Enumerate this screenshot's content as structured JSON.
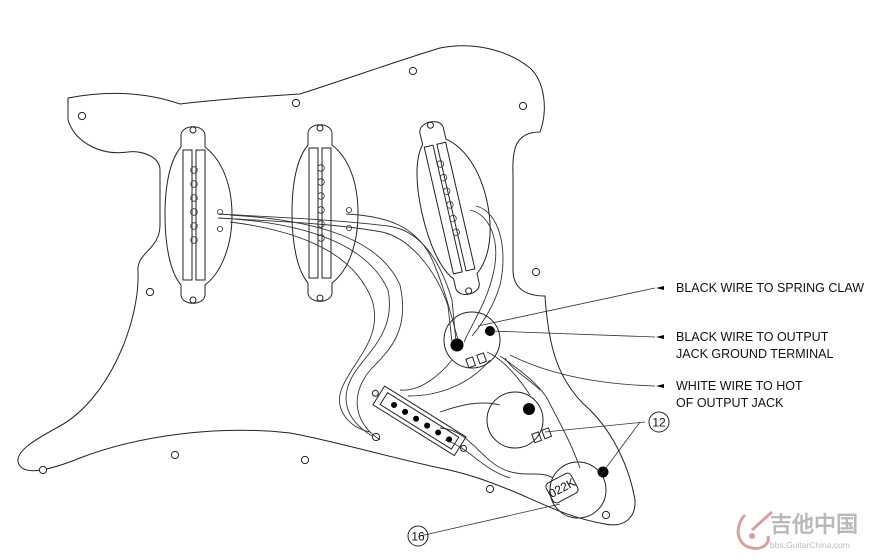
{
  "callouts": {
    "spring_claw": "BLACK WIRE TO SPRING CLAW",
    "output_ground_1": "BLACK WIRE TO OUTPUT",
    "output_ground_2": "JACK GROUND TERMINAL",
    "output_hot_1": "WHITE WIRE TO HOT",
    "output_hot_2": "OF OUTPUT JACK",
    "num_12": "12",
    "num_16": "16"
  },
  "capacitor_label": "022K",
  "watermark": {
    "title": "吉他中国",
    "url": "bbs.GuitarChina.com"
  },
  "colors": {
    "line": "#222222",
    "watermark_logo": "#d9a0a0",
    "watermark_text": "#b9b9b9"
  }
}
